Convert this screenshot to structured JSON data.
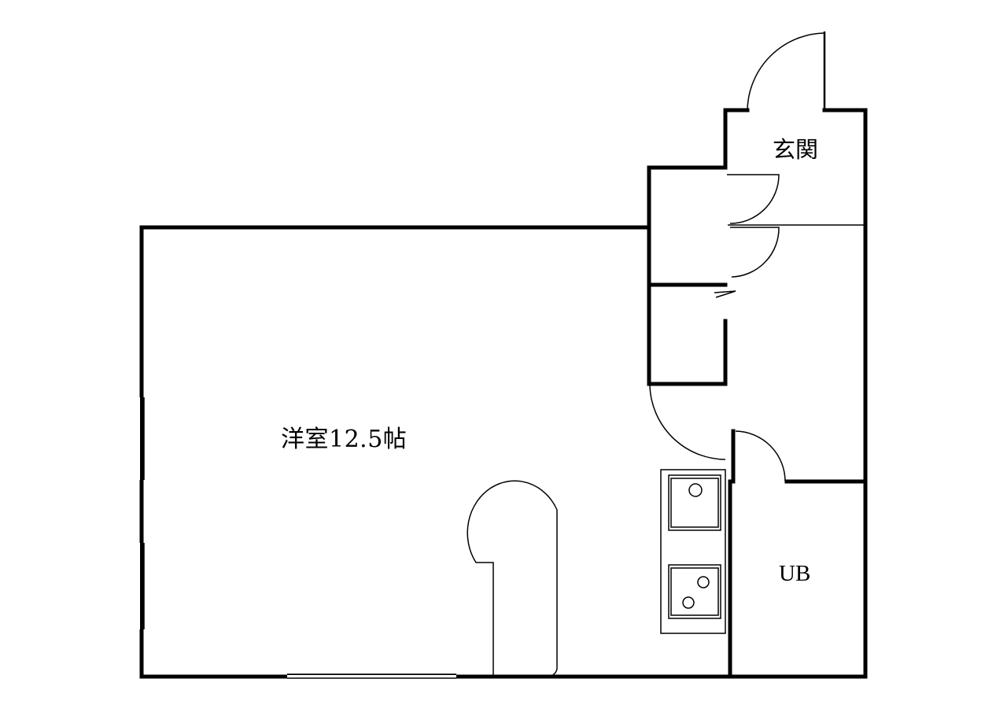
{
  "rooms": {
    "genkan": "玄関",
    "western_room": "洋室12.5帖",
    "unit_bath": "UB"
  }
}
